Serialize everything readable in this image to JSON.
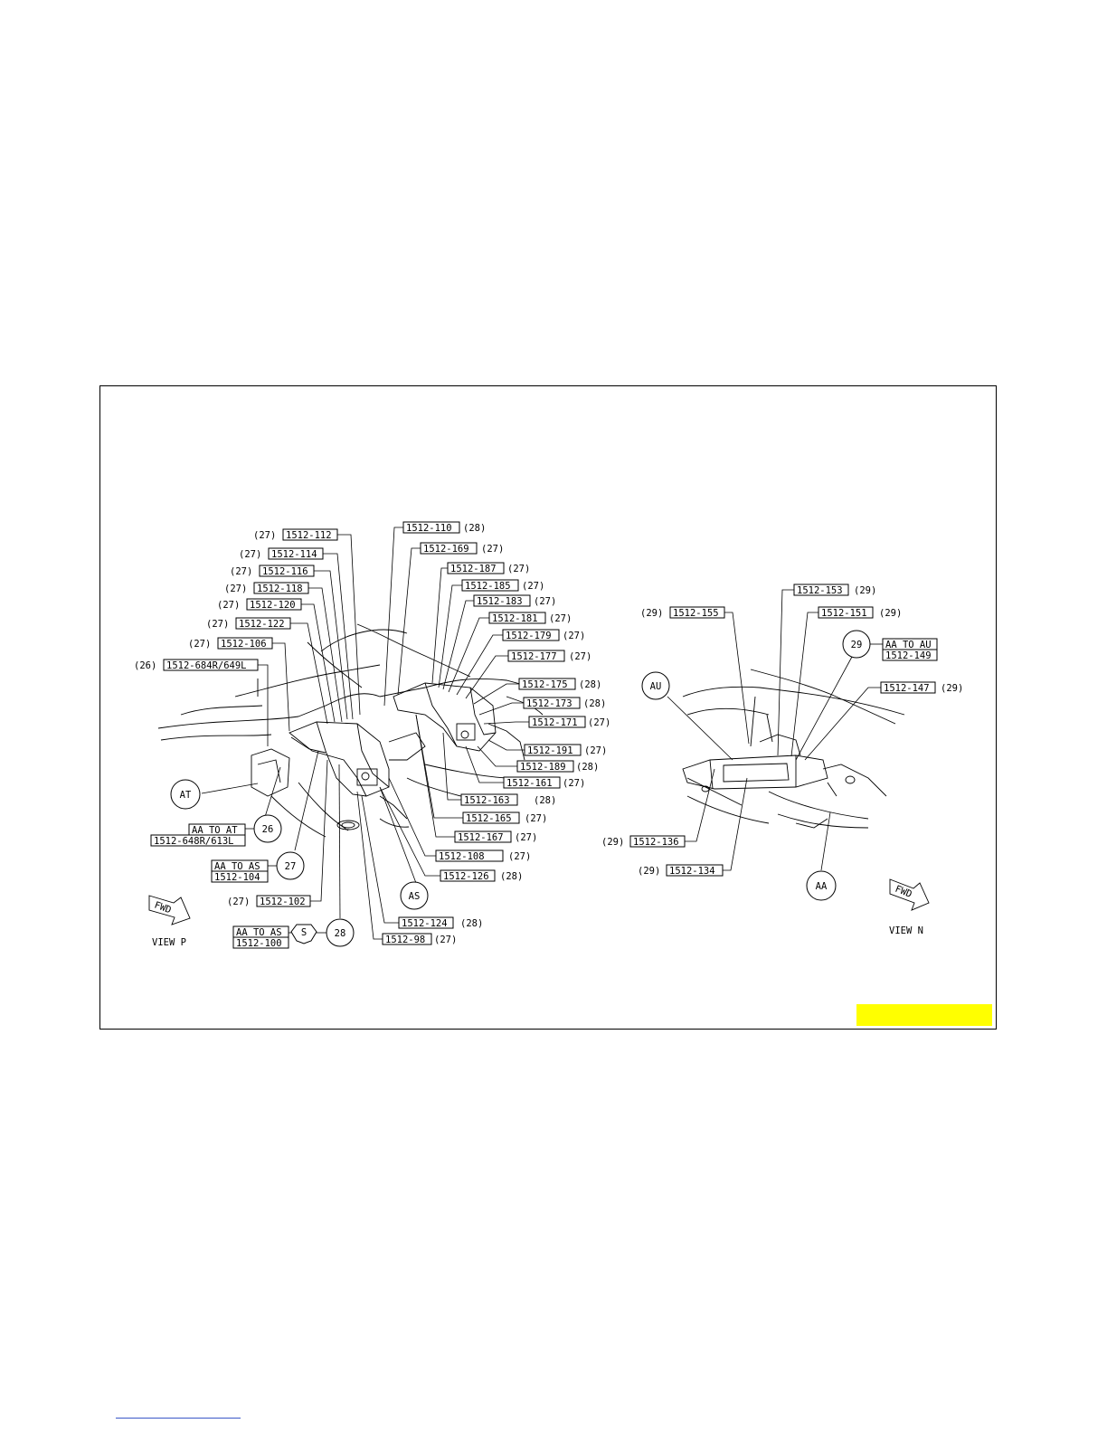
{
  "view_p": {
    "title": "VIEW P",
    "fwd": "FWD",
    "callouts": [
      {
        "part": "1512-112",
        "zone": "(27)"
      },
      {
        "part": "1512-114",
        "zone": "(27)"
      },
      {
        "part": "1512-116",
        "zone": "(27)"
      },
      {
        "part": "1512-118",
        "zone": "(27)"
      },
      {
        "part": "1512-120",
        "zone": "(27)"
      },
      {
        "part": "1512-122",
        "zone": "(27)"
      },
      {
        "part": "1512-106",
        "zone": "(27)"
      },
      {
        "part": "1512-684R/649L",
        "zone": "(26)"
      },
      {
        "part": "1512-110",
        "zone": "(28)"
      },
      {
        "part": "1512-169",
        "zone": "(27)"
      },
      {
        "part": "1512-187",
        "zone": "(27)"
      },
      {
        "part": "1512-185",
        "zone": "(27)"
      },
      {
        "part": "1512-183",
        "zone": "(27)"
      },
      {
        "part": "1512-181",
        "zone": "(27)"
      },
      {
        "part": "1512-179",
        "zone": "(27)"
      },
      {
        "part": "1512-177",
        "zone": "(27)"
      },
      {
        "part": "1512-175",
        "zone": "(28)"
      },
      {
        "part": "1512-173",
        "zone": "(28)"
      },
      {
        "part": "1512-171",
        "zone": "(27)"
      },
      {
        "part": "1512-191",
        "zone": "(27)"
      },
      {
        "part": "1512-189",
        "zone": "(28)"
      },
      {
        "part": "1512-161",
        "zone": "(27)"
      },
      {
        "part": "1512-163",
        "zone": "(28)"
      },
      {
        "part": "1512-165",
        "zone": "(27)"
      },
      {
        "part": "1512-167",
        "zone": "(27)"
      },
      {
        "part": "1512-108",
        "zone": "(27)"
      },
      {
        "part": "1512-126",
        "zone": "(28)"
      },
      {
        "part": "1512-124",
        "zone": "(28)"
      },
      {
        "part": "1512-98",
        "zone": "(27)"
      },
      {
        "part": "1512-102",
        "zone": "(27)"
      }
    ],
    "circles": {
      "at": "AT",
      "as": "AS",
      "n26": "26",
      "n27": "27",
      "n28": "28",
      "s": "S"
    },
    "refs": {
      "at_title": "AA TO AT",
      "at_part": "1512-648R/613L",
      "as_title": "AA TO AS",
      "as_part": "1512-104",
      "as2_title": "AA TO AS",
      "as2_part": "1512-100"
    }
  },
  "view_n": {
    "title": "VIEW N",
    "fwd": "FWD",
    "callouts": [
      {
        "part": "1512-153",
        "zone": "(29)"
      },
      {
        "part": "1512-155",
        "zone": "(29)"
      },
      {
        "part": "1512-151",
        "zone": "(29)"
      },
      {
        "part": "1512-147",
        "zone": "(29)"
      },
      {
        "part": "1512-136",
        "zone": "(29)"
      },
      {
        "part": "1512-134",
        "zone": "(29)"
      }
    ],
    "circles": {
      "au": "AU",
      "aa": "AA",
      "n29": "29"
    },
    "refs": {
      "au_title": "AA TO AU",
      "au_part": "1512-149"
    }
  },
  "colors": {
    "highlight": "#ffff00",
    "frame": "#000000",
    "footer_rule": "#3a57c8"
  }
}
